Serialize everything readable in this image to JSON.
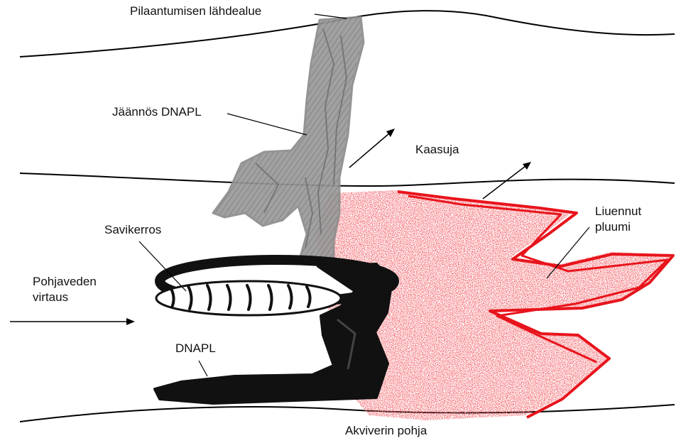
{
  "diagram": {
    "labels": {
      "source_area": "Pilaantumisen lähdealue",
      "residual_dnapl": "Jäännös DNAPL",
      "gases": "Kaasuja",
      "clay_layer": "Savikerros",
      "groundwater_flow_1": "Pohjaveden",
      "groundwater_flow_2": "virtaus",
      "dnapl": "DNAPL",
      "dissolved_plume_1": "Liuennut",
      "dissolved_plume_2": "pluumi",
      "aquifer_bottom": "Akviverin pohja"
    },
    "colors": {
      "residual_dnapl": "#8c8c8c",
      "dnapl_pool": "#111111",
      "plume_fill": "#e8262c",
      "plume_outline": "#e8141c",
      "layer_lines": "#000000"
    }
  }
}
